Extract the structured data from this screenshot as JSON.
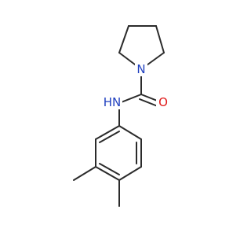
{
  "colors": {
    "bond": "#2b2b2b",
    "nitrogen": "#1f3fbf",
    "oxygen": "#e01818",
    "background": "#ffffff"
  },
  "atoms": {
    "pyrrolidine_n": {
      "label": "N",
      "element": "nitrogen"
    },
    "amide_nh": {
      "label": "HN",
      "element": "nitrogen"
    },
    "carbonyl_o": {
      "label": "O",
      "element": "oxygen"
    }
  }
}
